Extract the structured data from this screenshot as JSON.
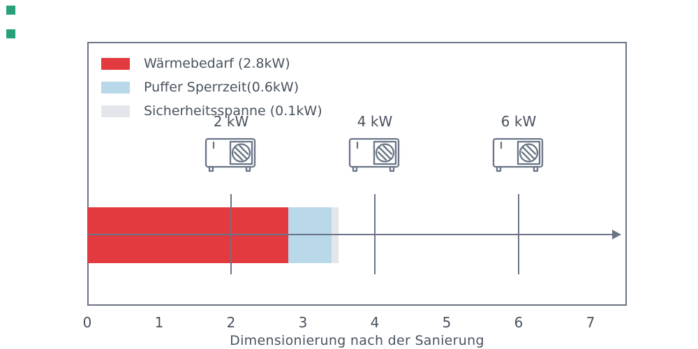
{
  "chart_data": {
    "type": "bar",
    "orientation": "horizontal-stacked",
    "title": "",
    "xlabel": "Dimensionierung nach der Sanierung",
    "ylabel": "",
    "xlim": [
      0,
      7
    ],
    "xticks": [
      "0",
      "1",
      "2",
      "3",
      "4",
      "5",
      "6",
      "7"
    ],
    "grid": false,
    "legend_position": "upper-left-inside",
    "segments": [
      {
        "name": "waermebedarf",
        "label": "Wärmebedarf (2.8kW)",
        "value": 2.8,
        "start": 0.0,
        "end": 2.8,
        "color": "#e23a3e"
      },
      {
        "name": "puffer-sperrzeit",
        "label": "Puffer Sperrzeit(0.6kW)",
        "value": 0.6,
        "start": 2.8,
        "end": 3.4,
        "color": "#b9d8ea"
      },
      {
        "name": "sicherheitsspanne",
        "label": "Sicherheitsspanne (0.1kW)",
        "value": 0.1,
        "start": 3.4,
        "end": 3.5,
        "color": "#e3e6ea"
      }
    ],
    "markers": [
      {
        "value": 2,
        "label": "2 kW",
        "icon": "heat-pump-icon"
      },
      {
        "value": 4,
        "label": "4 kW",
        "icon": "heat-pump-icon"
      },
      {
        "value": 6,
        "label": "6 kW",
        "icon": "heat-pump-icon"
      }
    ],
    "axis_color": "#6a7484",
    "text_color": "#49525f"
  }
}
